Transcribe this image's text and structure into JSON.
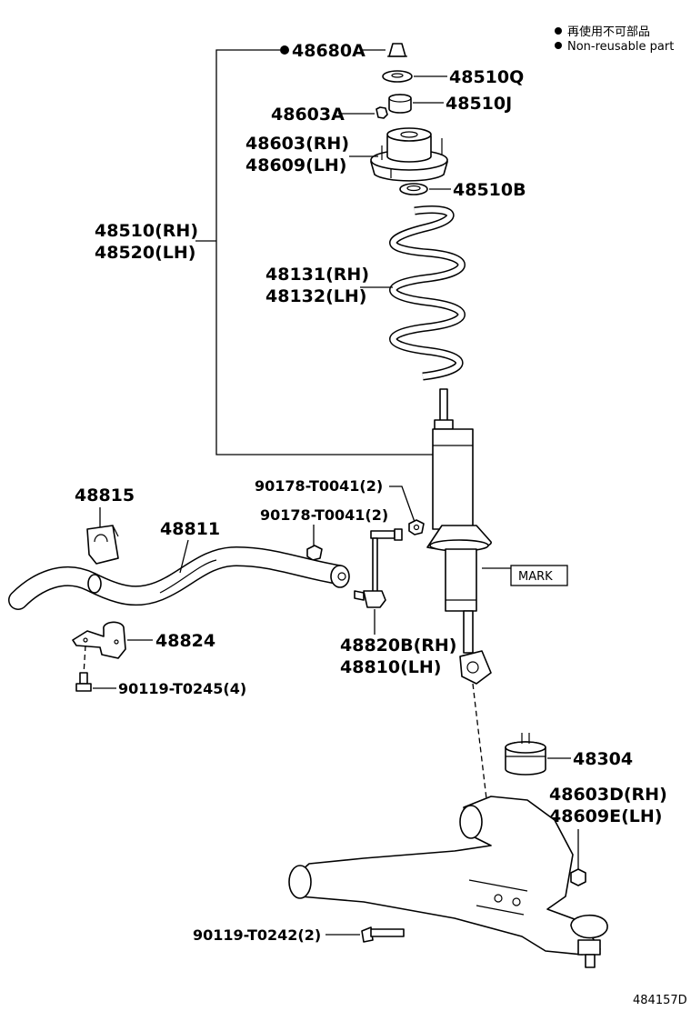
{
  "legend": {
    "line1": "再使用不可部品",
    "line2": "Non-reusable part"
  },
  "parts": {
    "p48680A": "48680A",
    "p48510Q": "48510Q",
    "p48510J": "48510J",
    "p48603A": "48603A",
    "p48603RH": "48603(RH)",
    "p48609LH": "48609(LH)",
    "p48510B": "48510B",
    "p48510RH": "48510(RH)",
    "p48520LH": "48520(LH)",
    "p48131RH": "48131(RH)",
    "p48132LH": "48132(LH)",
    "p48815": "48815",
    "p48811": "48811",
    "p90178a": "90178-T0041(2)",
    "p90178b": "90178-T0041(2)",
    "mark": "MARK",
    "p48824": "48824",
    "p90119a": "90119-T0245(4)",
    "p48820B": "48820B(RH)",
    "p48810": "48810(LH)",
    "p48304": "48304",
    "p48603D": "48603D(RH)",
    "p48609E": "48609E(LH)",
    "p90119b": "90119-T0242(2)"
  },
  "figure_id": "484157D"
}
